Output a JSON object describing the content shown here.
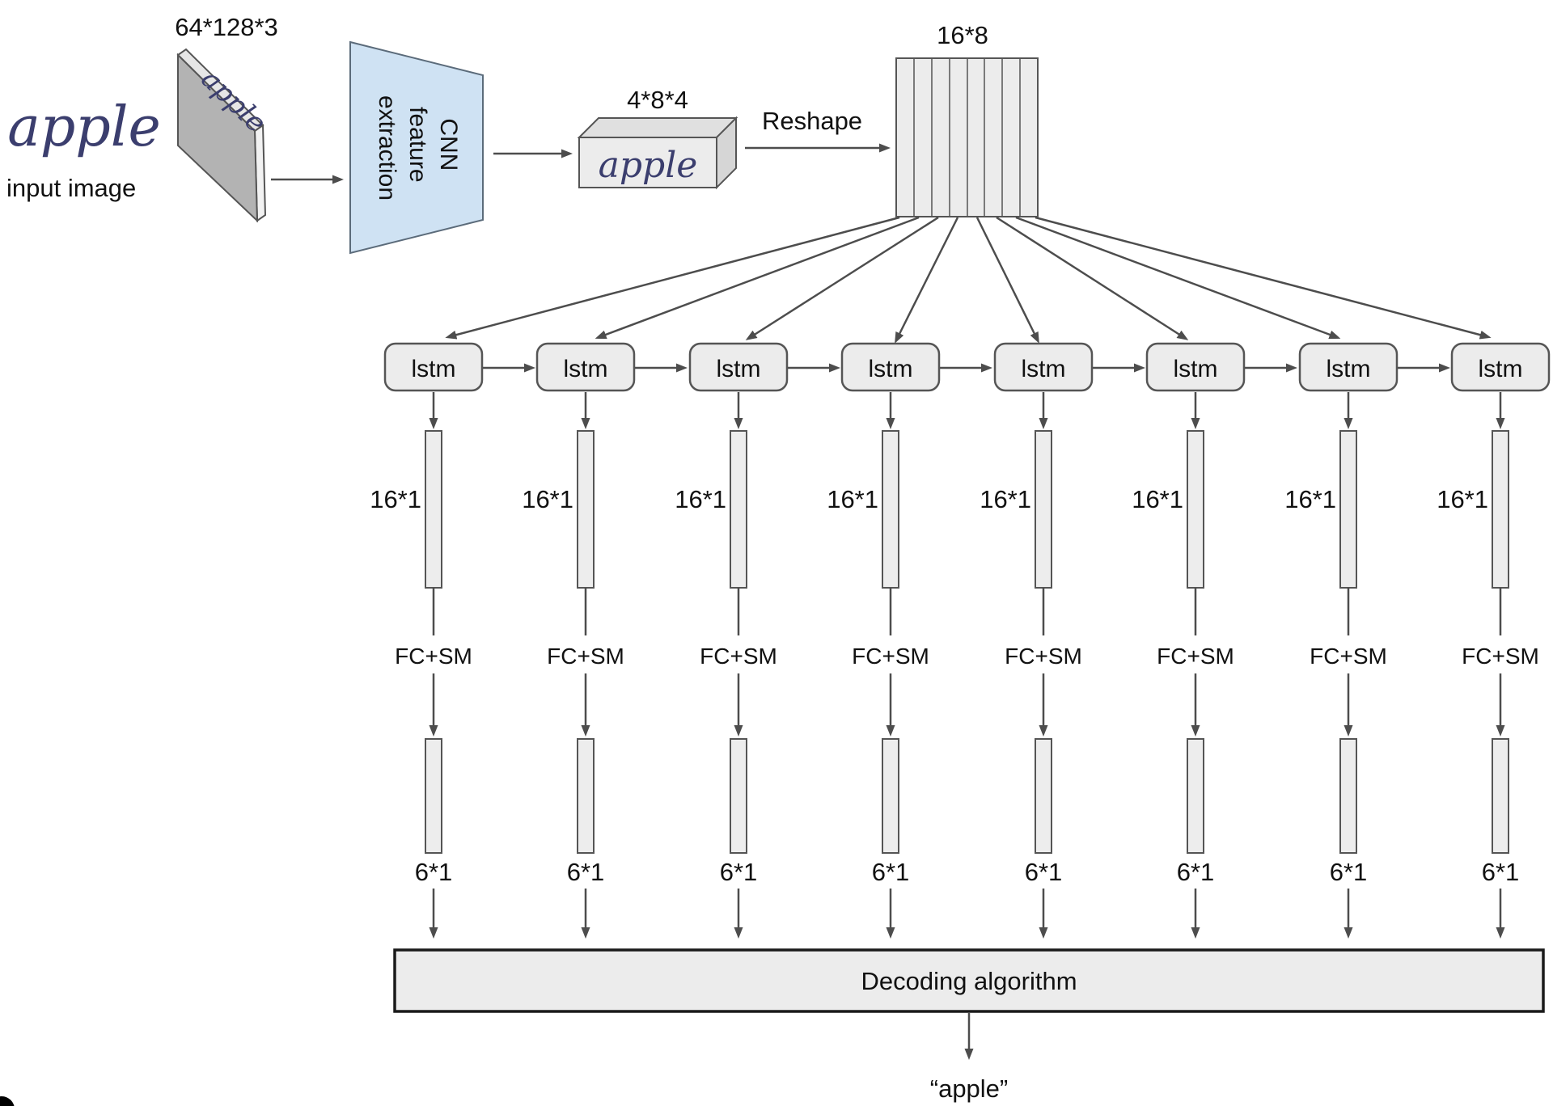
{
  "diagram": {
    "input": {
      "handwritten_word": "apple",
      "caption": "input image",
      "dims_label": "64*128*3"
    },
    "cnn_block": {
      "line1": "CNN",
      "line2": "feature",
      "line3": "extraction"
    },
    "feature_map": {
      "dims_label": "4*8*4",
      "handwritten_word": "apple"
    },
    "reshape_arrow_label": "Reshape",
    "sequence_block": {
      "dims_label": "16*8"
    },
    "columns": [
      {
        "lstm_label": "lstm",
        "vector_dims": "16*1",
        "fc_label": "FC+SM",
        "output_dims": "6*1"
      },
      {
        "lstm_label": "lstm",
        "vector_dims": "16*1",
        "fc_label": "FC+SM",
        "output_dims": "6*1"
      },
      {
        "lstm_label": "lstm",
        "vector_dims": "16*1",
        "fc_label": "FC+SM",
        "output_dims": "6*1"
      },
      {
        "lstm_label": "lstm",
        "vector_dims": "16*1",
        "fc_label": "FC+SM",
        "output_dims": "6*1"
      },
      {
        "lstm_label": "lstm",
        "vector_dims": "16*1",
        "fc_label": "FC+SM",
        "output_dims": "6*1"
      },
      {
        "lstm_label": "lstm",
        "vector_dims": "16*1",
        "fc_label": "FC+SM",
        "output_dims": "6*1"
      },
      {
        "lstm_label": "lstm",
        "vector_dims": "16*1",
        "fc_label": "FC+SM",
        "output_dims": "6*1"
      },
      {
        "lstm_label": "lstm",
        "vector_dims": "16*1",
        "fc_label": "FC+SM",
        "output_dims": "6*1"
      }
    ],
    "decoder_label": "Decoding algorithm",
    "output_word": "“apple”"
  },
  "colors": {
    "handwriting_ink": "#3b3e6e",
    "node_fill": "#ececec",
    "node_stroke": "#555555",
    "cnn_fill": "#cfe2f3",
    "image_plane_fill": "#b3b3b3",
    "arrow": "#4d4d4d",
    "decoder_stroke": "#1a1a1a",
    "background": "#ffffff",
    "text": "#111111"
  }
}
